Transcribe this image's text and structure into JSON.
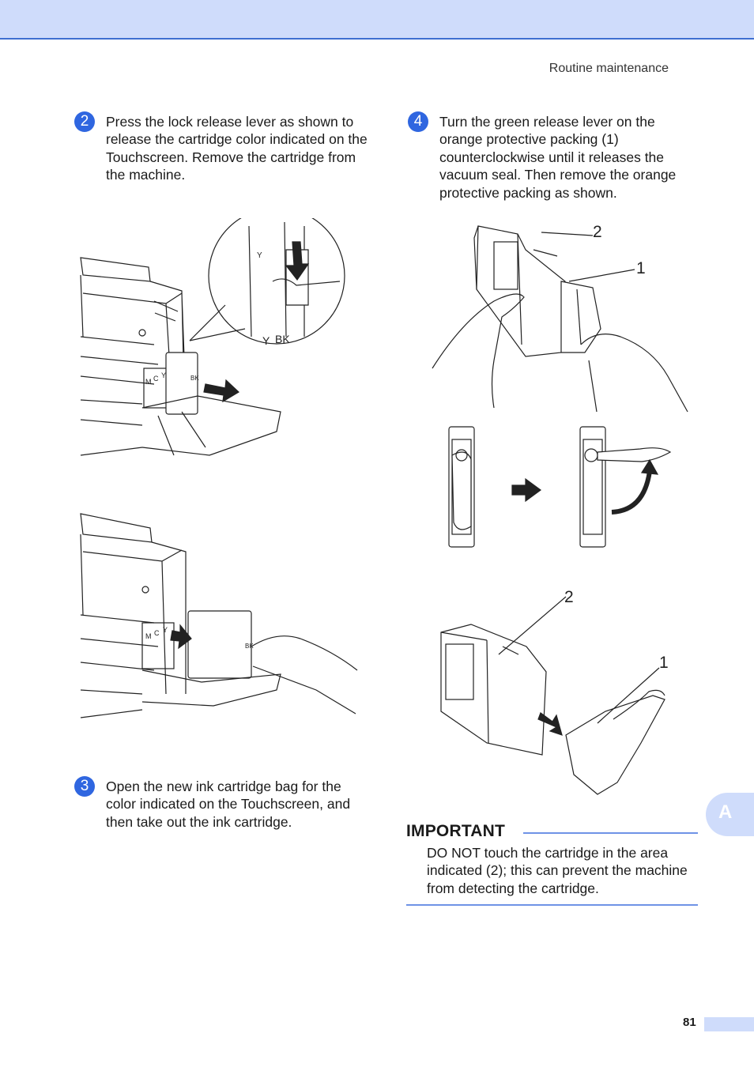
{
  "header": {
    "section": "Routine maintenance"
  },
  "steps": [
    {
      "num": "2",
      "text": "Press the lock release lever as shown to release the cartridge color indicated on the Touchscreen. Remove the cartridge from the machine."
    },
    {
      "num": "3",
      "text": "Open the new ink cartridge bag for the color indicated on the Touchscreen, and then take out the ink cartridge."
    },
    {
      "num": "4",
      "text": "Turn the green release lever on the orange protective packing (1) counterclockwise until it releases the vacuum seal. Then remove the orange protective packing as shown."
    }
  ],
  "labels": {
    "ink_colors": [
      "M",
      "C",
      "Y",
      "BK"
    ],
    "callout_1": "1",
    "callout_2": "2"
  },
  "important": {
    "title": "IMPORTANT",
    "body": "DO NOT touch the cartridge in the area indicated (2); this can prevent the machine from detecting the cartridge."
  },
  "appendix_tab": "A",
  "page_number": "81",
  "colors": {
    "accent": "#2f66e0",
    "band": "#cfdcfb"
  }
}
